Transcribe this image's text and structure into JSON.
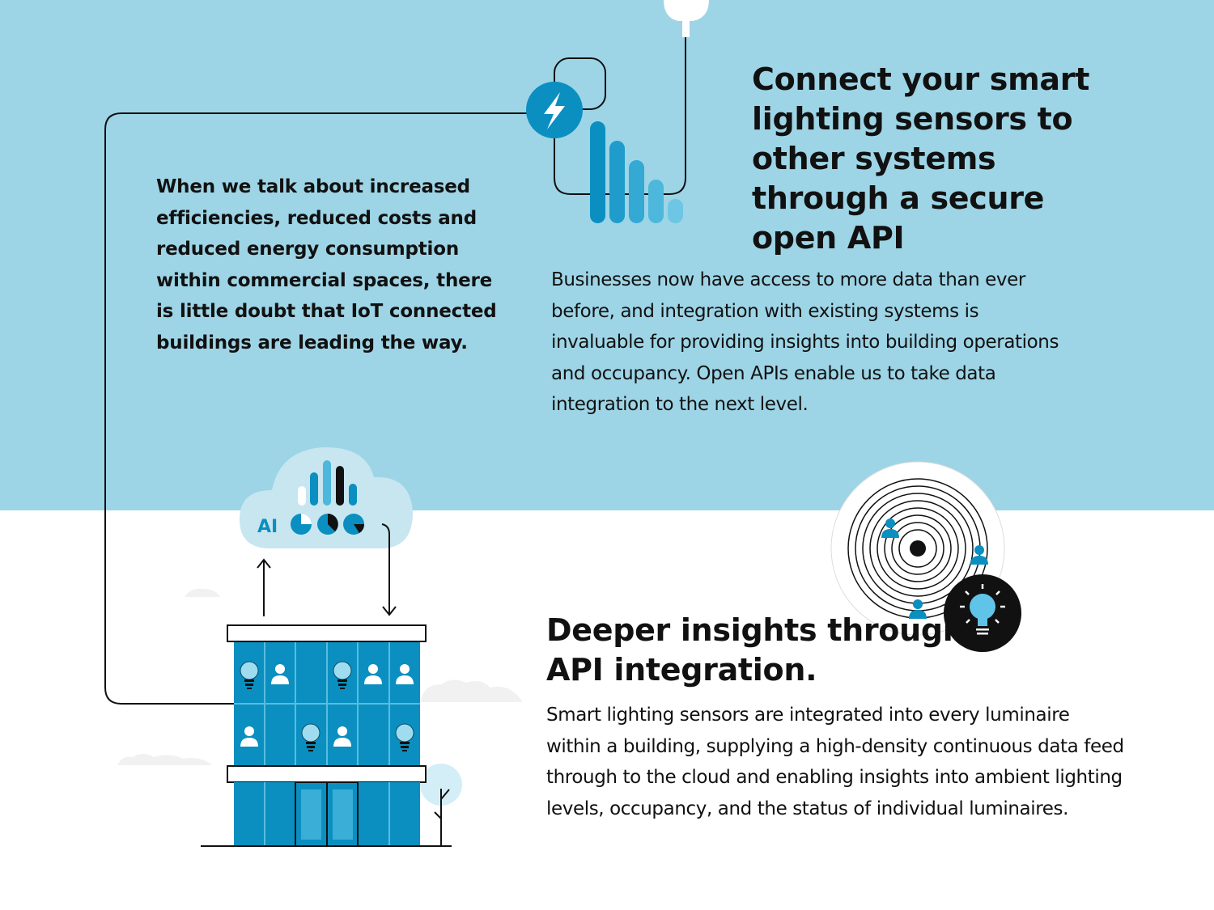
{
  "heading_api": "Connect your smart lighting sensors to other systems through a secure open API",
  "intro_text": "When we talk about increased efficiencies, reduced costs and reduced energy consumption within commercial spaces, there is little doubt that IoT connected buildings are leading the way.",
  "body_api": "Businesses now have access to more data than ever before, and integration with existing systems is invaluable for providing insights into building operations and occupancy. Open APIs enable us to take data integration to the next level.",
  "heading_insights": "Deeper insights through API integration.",
  "body_insights": "Smart lighting sensors are integrated into every luminaire within a building, supplying a high-density continuous data feed through to the cloud and enabling insights into ambient lighting levels, occupancy, and the status of individual luminaires.",
  "cloud_label": "AI",
  "colors": {
    "background_top": "#9dd5e6",
    "accent_blue": "#0a8fc0",
    "dark": "#111111",
    "cloud_fill": "#c7e6f0"
  },
  "icons": [
    "lightning-icon",
    "signal-bars-icon",
    "plug-icon",
    "cloud-icon",
    "pie-chart-icon",
    "building-icon",
    "lightbulb-icon",
    "person-icon",
    "tree-icon",
    "radar-icon"
  ]
}
